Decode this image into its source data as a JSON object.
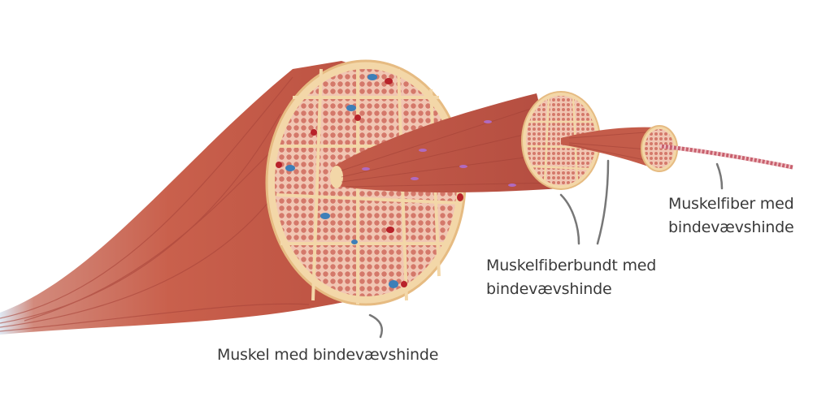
{
  "labels": {
    "muscle": "Muskel med bindevævshinde",
    "bundle_line1": "Muskelfiberbundt med",
    "bundle_line2": "bindevævshinde",
    "fiber_line1": "Muskelfiber med",
    "fiber_line2": "bindevævshinde"
  },
  "colors": {
    "muscle": "#c8614f",
    "muscle_dark": "#a8443a",
    "sheath": "#f3d7a8",
    "fiber_tissue": "#e9a08f",
    "vein": "#3e7fb8",
    "artery": "#b8222a",
    "leader": "#777777"
  }
}
